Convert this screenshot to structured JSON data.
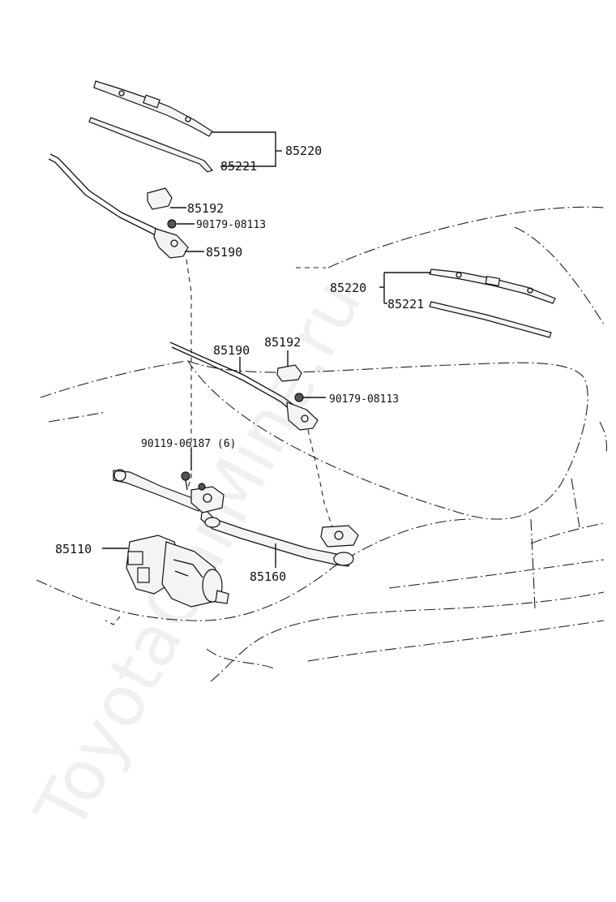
{
  "labels": {
    "blade_assy_upper": "85220",
    "blade_rubber_upper": "85221",
    "cap_upper": "85192",
    "nut_upper": "90179-08113",
    "arm_upper": "85190",
    "blade_assy_right": "85220",
    "blade_rubber_right": "85221",
    "cap_mid": "85192",
    "arm_mid": "85190",
    "nut_mid": "90179-08113",
    "bolt": "90119-06187 (6)",
    "motor": "85110",
    "link": "85160"
  },
  "watermark": "ToyotaCarMine.ru"
}
